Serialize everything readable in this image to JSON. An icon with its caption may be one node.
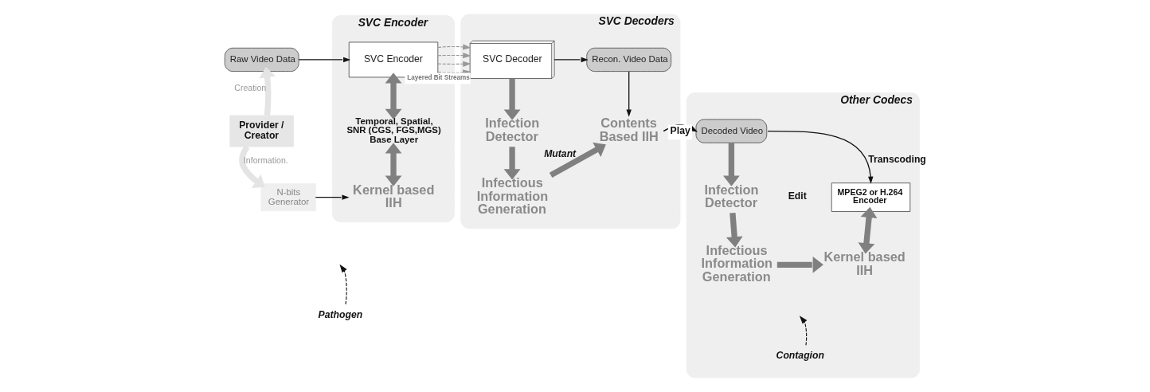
{
  "diagram": {
    "nodes": [
      {
        "text": [
          "Raw Video Data"
        ]
      },
      {
        "text": [
          "Provider / Creator"
        ]
      },
      {
        "text": [
          "N-bits Generator"
        ]
      },
      {
        "text": [
          "SVC Encoder"
        ]
      },
      {
        "text": [
          "SVC Encoder"
        ],
        "in": 3
      },
      {
        "text": [
          "Temporal, Spatial, SNR (CGS, FGS,MGS) Base Layer"
        ],
        "in": 3
      },
      {
        "text": [
          "Kernel based IIH"
        ],
        "in": 3
      },
      {
        "text": [
          "Pathogen"
        ]
      },
      {
        "text": [
          "SVC Decoders"
        ]
      },
      {
        "text": [
          "SVC Decoder"
        ],
        "in": 8
      },
      {
        "text": [
          "Recon. Video Data"
        ],
        "in": 8
      },
      {
        "text": [
          "Infection Detector"
        ],
        "in": 8
      },
      {
        "text": [
          "Contents Based IIH"
        ],
        "in": 8
      },
      {
        "text": [
          "Infectious Information Generation"
        ],
        "in": 8
      },
      {
        "text": [
          "Other Codecs"
        ]
      },
      {
        "text": [
          "Decoded Video"
        ],
        "in": 14
      },
      {
        "text": [
          "Infection Detector"
        ],
        "in": 14
      },
      {
        "text": [
          "MPEG2 or H.264 Encoder"
        ],
        "in": 14
      },
      {
        "text": [
          "Infectious Information Generation"
        ],
        "in": 14
      },
      {
        "text": [
          "Kernel based IIH"
        ],
        "in": 14
      },
      {
        "text": [
          "Contagion"
        ],
        "in": 14
      }
    ],
    "edges": [
      {
        "from": 0,
        "to": 4,
        "arrow": "to",
        "color": "#111111"
      },
      {
        "from": 1,
        "to": 0,
        "arrow": "to",
        "label": "Creation",
        "style": "thick",
        "color": "#e4e4e4"
      },
      {
        "from": 1,
        "to": 2,
        "arrow": "to",
        "label": "Information.",
        "style": "thick",
        "color": "#e4e4e4"
      },
      {
        "from": 2,
        "to": 6,
        "arrow": "to",
        "color": "#111111"
      },
      {
        "from": 7,
        "to": null,
        "arrow": "to",
        "style": "dashed",
        "color": "#111111"
      },
      {
        "from": 4,
        "to": 5,
        "arrow": "both",
        "style": "thick",
        "color": "#808080"
      },
      {
        "from": 5,
        "to": 6,
        "arrow": "both",
        "style": "thick",
        "color": "#808080"
      },
      {
        "from": 4,
        "to": 9,
        "arrow": "to",
        "style": "dashed",
        "color": "#999999",
        "label": "Layered Bit Streams"
      },
      {
        "from": 4,
        "to": 9,
        "arrow": "to",
        "style": "dashed",
        "color": "#999999"
      },
      {
        "from": 4,
        "to": 9,
        "arrow": "to",
        "style": "dashed",
        "color": "#999999"
      },
      {
        "from": 4,
        "to": 9,
        "arrow": "to",
        "style": "dashed",
        "color": "#999999"
      },
      {
        "from": 9,
        "to": 10,
        "arrow": "to",
        "color": "#111111"
      },
      {
        "from": 9,
        "to": 11,
        "arrow": "to",
        "style": "thick",
        "color": "#808080"
      },
      {
        "from": 11,
        "to": 13,
        "arrow": "to",
        "style": "thick",
        "color": "#808080"
      },
      {
        "from": 13,
        "to": 12,
        "arrow": "to",
        "style": "thick",
        "color": "#808080",
        "label": "Mutant"
      },
      {
        "from": 10,
        "to": 12,
        "arrow": "to",
        "color": "#111111"
      },
      {
        "from": 12,
        "to": 15,
        "arrow": "to",
        "label": "Play",
        "color": "#111111"
      },
      {
        "from": 15,
        "to": 16,
        "arrow": "to",
        "style": "thick",
        "color": "#808080"
      },
      {
        "from": 15,
        "to": 17,
        "arrow": "to",
        "label": "Transcoding",
        "color": "#111111"
      },
      {
        "from": 16,
        "to": 18,
        "arrow": "to",
        "style": "thick",
        "color": "#808080"
      },
      {
        "from": 18,
        "to": 19,
        "arrow": "to",
        "style": "thick",
        "color": "#808080"
      },
      {
        "from": 17,
        "to": 19,
        "arrow": "both",
        "style": "thick",
        "color": "#808080"
      },
      {
        "from": 20,
        "to": null,
        "arrow": "to",
        "style": "dashed",
        "color": "#111111"
      }
    ],
    "labels": [
      "Edit"
    ]
  }
}
